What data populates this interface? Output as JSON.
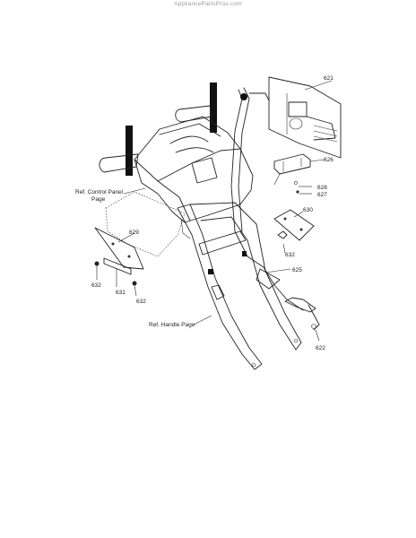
{
  "header": {
    "watermark": "AppliancePartsPros.com"
  },
  "references": {
    "control_panel_line1": "Ref. Control Panel",
    "control_panel_line2": "Page",
    "handle": "Ref. Handle Page"
  },
  "parts": {
    "p621": "621",
    "p626": "626",
    "p628": "628",
    "p627": "627",
    "p630": "630",
    "p632_right": "632",
    "p625": "625",
    "p622": "622",
    "p629": "629",
    "p632_left": "632",
    "p631": "631",
    "p632_bottom": "632"
  }
}
